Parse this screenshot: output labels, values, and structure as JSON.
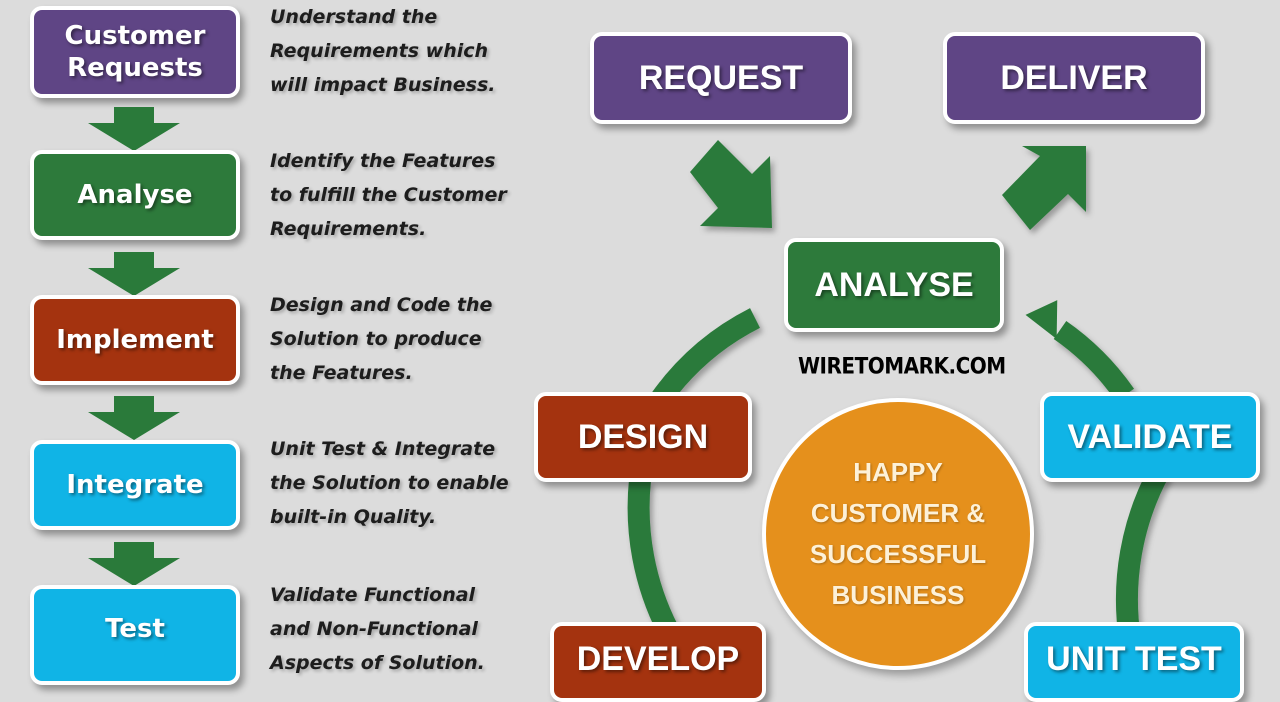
{
  "left_flow": {
    "steps": [
      {
        "label": "Customer\nRequests",
        "description": "Understand the\nRequirements  which\nwill impact Business.",
        "color": "#5f4585"
      },
      {
        "label": "Analyse",
        "description": "Identify the Features\nto fulfill the Customer\nRequirements.",
        "color": "#2d7a3b"
      },
      {
        "label": "Implement",
        "description": "Design and Code the\nSolution to produce\nthe Features.",
        "color": "#a4330f"
      },
      {
        "label": "Integrate",
        "description": "Unit Test & Integrate\nthe Solution to enable\nbuilt-in Quality.",
        "color": "#10b4e6"
      },
      {
        "label": "Test",
        "description": "Validate Functional\nand Non-Functional\nAspects of Solution.",
        "color": "#10b4e6"
      }
    ]
  },
  "cycle": {
    "request": {
      "label": "REQUEST",
      "color": "#5f4585"
    },
    "deliver": {
      "label": "DELIVER",
      "color": "#5f4585"
    },
    "analyse": {
      "label": "ANALYSE",
      "color": "#2d7a3b"
    },
    "design": {
      "label": "DESIGN",
      "color": "#a4330f"
    },
    "develop": {
      "label": "DEVELOP",
      "color": "#a4330f"
    },
    "validate": {
      "label": "VALIDATE",
      "color": "#10b4e6"
    },
    "unit_test": {
      "label": "UNIT TEST",
      "color": "#10b4e6"
    },
    "center": {
      "lines": [
        "HAPPY",
        "CUSTOMER &",
        "SUCCESSFUL",
        "BUSINESS"
      ],
      "color": "#e5901c"
    },
    "arrow_color": "#2a7a3a"
  },
  "watermark": "WIRETOMARK.COM"
}
